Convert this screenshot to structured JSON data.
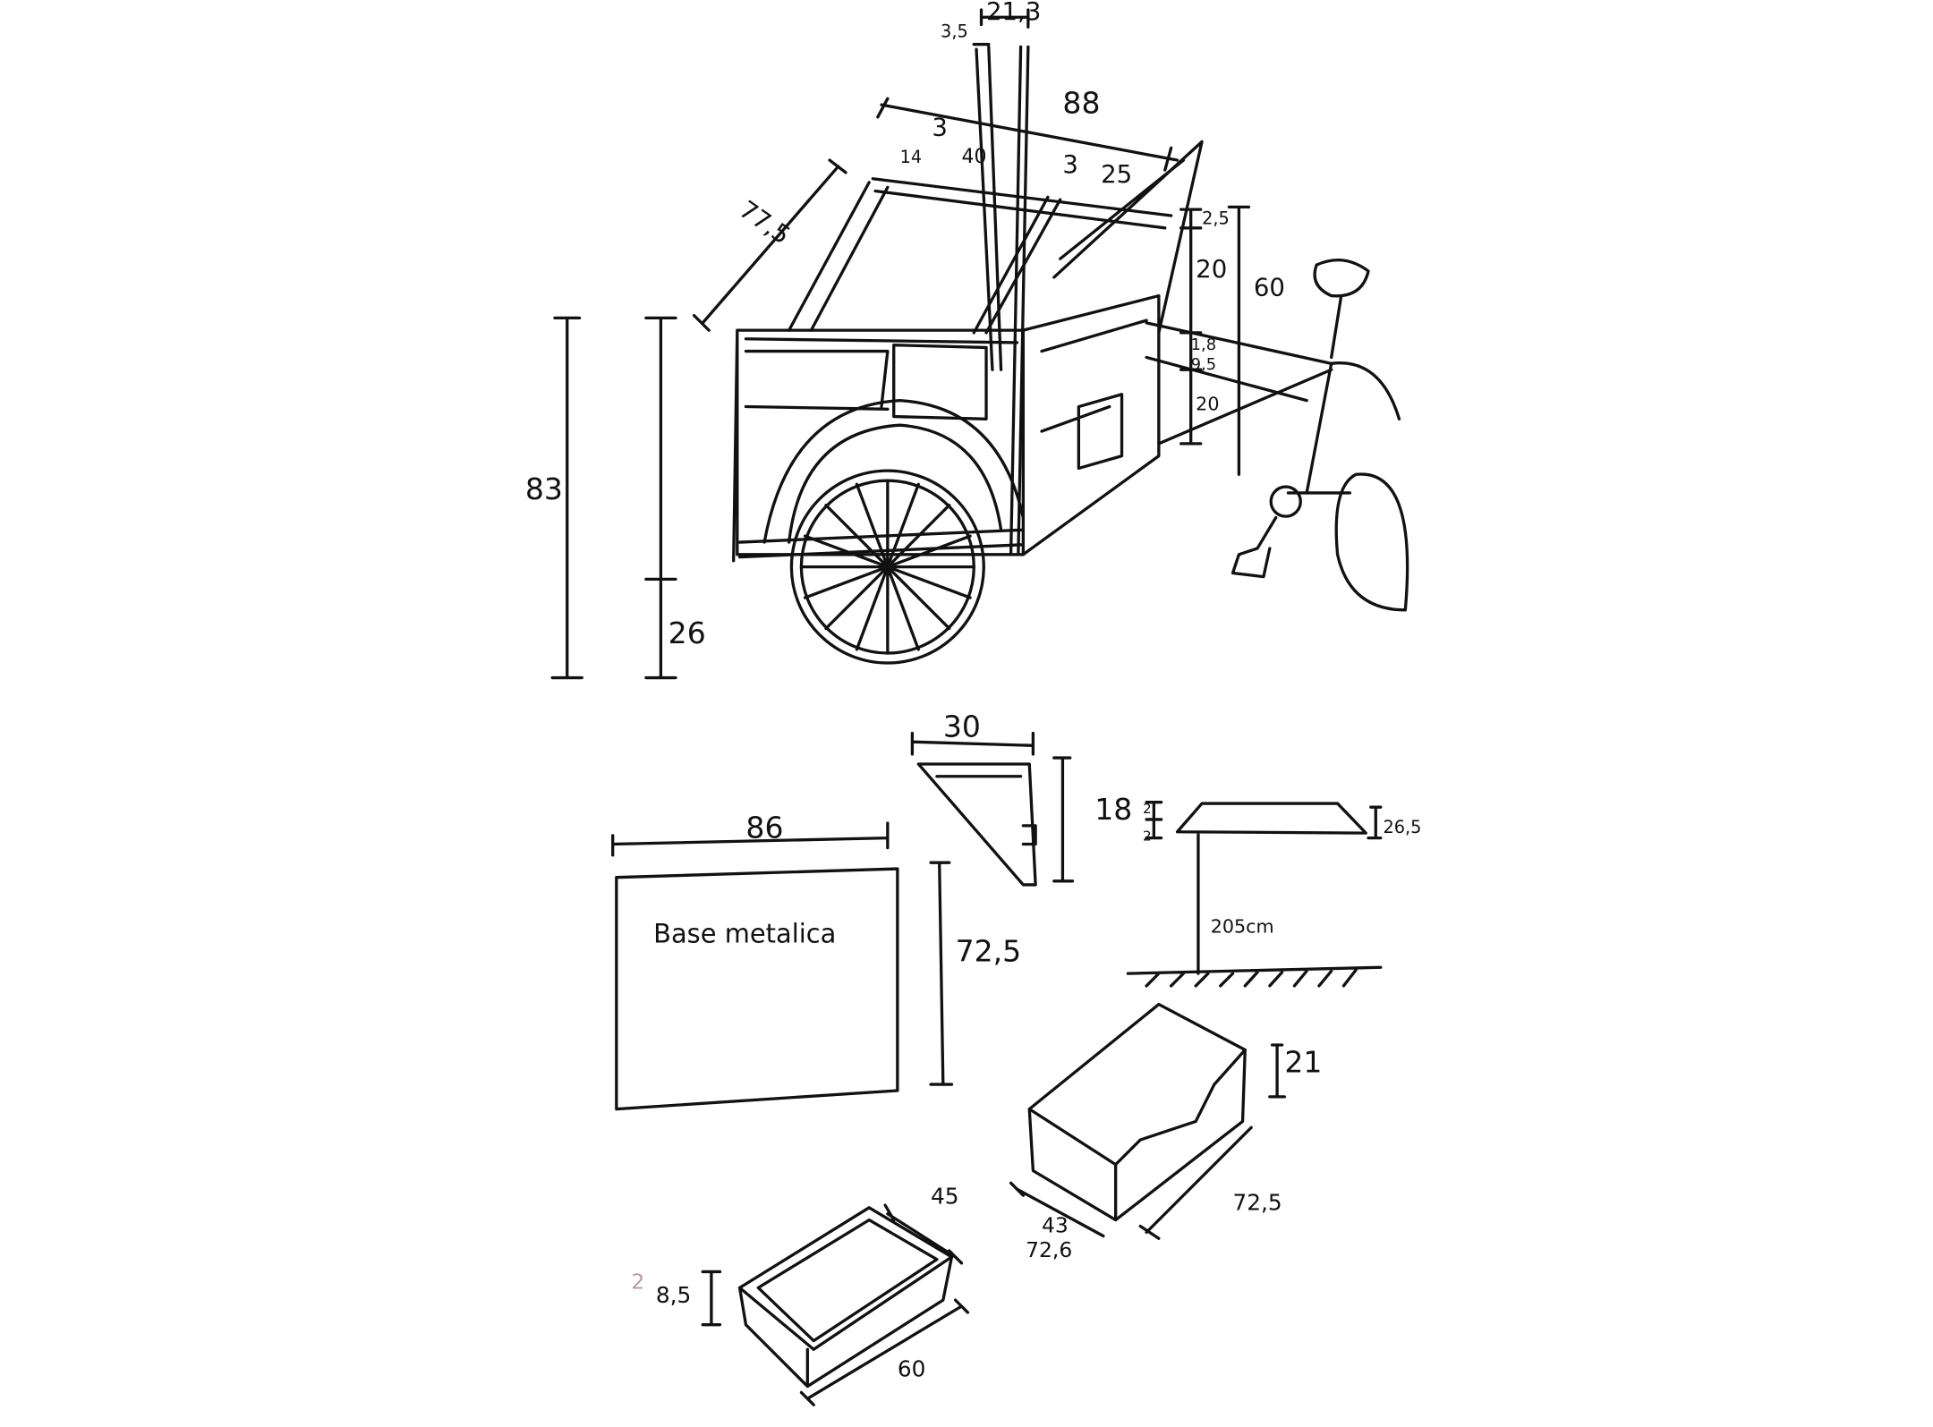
{
  "cart_sketch": {
    "dims": {
      "pole_width": "21,3",
      "pole_thickness": "3,5",
      "roof_length": "88",
      "rail_gap": "3",
      "rail_left": "14",
      "rail_mid": "40",
      "rail_gap2": "3",
      "rail_right": "25",
      "depth": "77,5",
      "top_band": "2,5",
      "upper_panel": "20",
      "seat_height": "60",
      "mid_band": "1,8",
      "mid_panel": "9,5",
      "lower_panel": "20",
      "total_height": "83",
      "wheel_clearance": "26"
    }
  },
  "bracket": {
    "width": "30",
    "height": "18"
  },
  "base": {
    "width": "86",
    "label": "Base metalica",
    "depth": "72,5"
  },
  "umbrella": {
    "dim_a": "2",
    "dim_b": "2",
    "top_width": "26,5",
    "height": "205cm"
  },
  "large_box": {
    "height": "21",
    "width_a": "43",
    "width_b": "72,6",
    "length": "72,5"
  },
  "small_box": {
    "width": "45",
    "height": "8,5",
    "length": "60",
    "mark": "2"
  }
}
